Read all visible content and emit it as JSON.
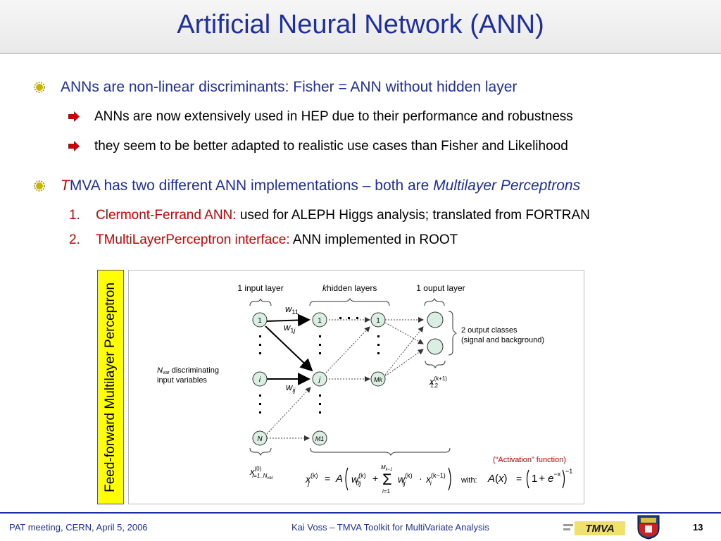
{
  "title": "Artificial Neural Network (ANN)",
  "bullets": {
    "b1": "ANNs are non-linear discriminants: Fisher = ANN without hidden layer",
    "b1_sub1": "ANNs are now extensively used in HEP due to their performance and robustness",
    "b1_sub2": "they seem to be better adapted to realistic use cases than Fisher and Likelihood",
    "b2_prefix": "T",
    "b2_main": "MVA has two different ANN implementations – both are ",
    "b2_italic": "Multilayer Perceptrons",
    "items": [
      {
        "num": "1.",
        "label": "Clermont-Ferrand ANN:",
        "text": " used for ALEPH Higgs analysis; translated from FORTRAN"
      },
      {
        "num": "2.",
        "label": "TMultiLayerPerceptron interface:",
        "text": " ANN implemented in ROOT"
      }
    ]
  },
  "side_banner": "Feed-forward Multilayer Perceptron",
  "diagram": {
    "layer_labels": {
      "input": "1 input layer",
      "hidden_k": "k",
      "hidden": " hidden layers",
      "output": "1 ouput layer"
    },
    "input_nodes": [
      "1",
      "i",
      "N"
    ],
    "hidden_nodes_1": [
      "1",
      "j",
      "M1"
    ],
    "hidden_nodes_k": [
      "1",
      "Mk"
    ],
    "weights": {
      "w11": "w11",
      "w1j": "w1j",
      "wij": "wij"
    },
    "nvar_text_a": "N",
    "nvar_sub": "var",
    "nvar_text_b": " discriminating",
    "nvar_text_c": "input variables",
    "output_classes_1": "2 output classes",
    "output_classes_2": "(signal and background)",
    "x_in": "x(0) i=1..Nvar",
    "x_out": "x(k+1) 1,2",
    "activation_note": "(“Activation” function)",
    "with_label": "with:",
    "formula": "x_j^(k) = A( w_0j^(k) + Σ_{i=1}^{M_k−1} w_ij^(k) · x_i^(k−1) )",
    "activation_formula": "A(x) = (1 + e^−x)^−1"
  },
  "footer": {
    "left": "PAT meeting, CERN, April 5, 2006",
    "center": "Kai Voss  – TMVA Toolkit for MultiVariate Analysis",
    "logo_text": "TMVA",
    "page": "13"
  },
  "colors": {
    "title_blue": "#1f2f9f",
    "red": "#cc0000",
    "banner_yellow": "#ffff00",
    "node_fill": "#dbeee4"
  }
}
